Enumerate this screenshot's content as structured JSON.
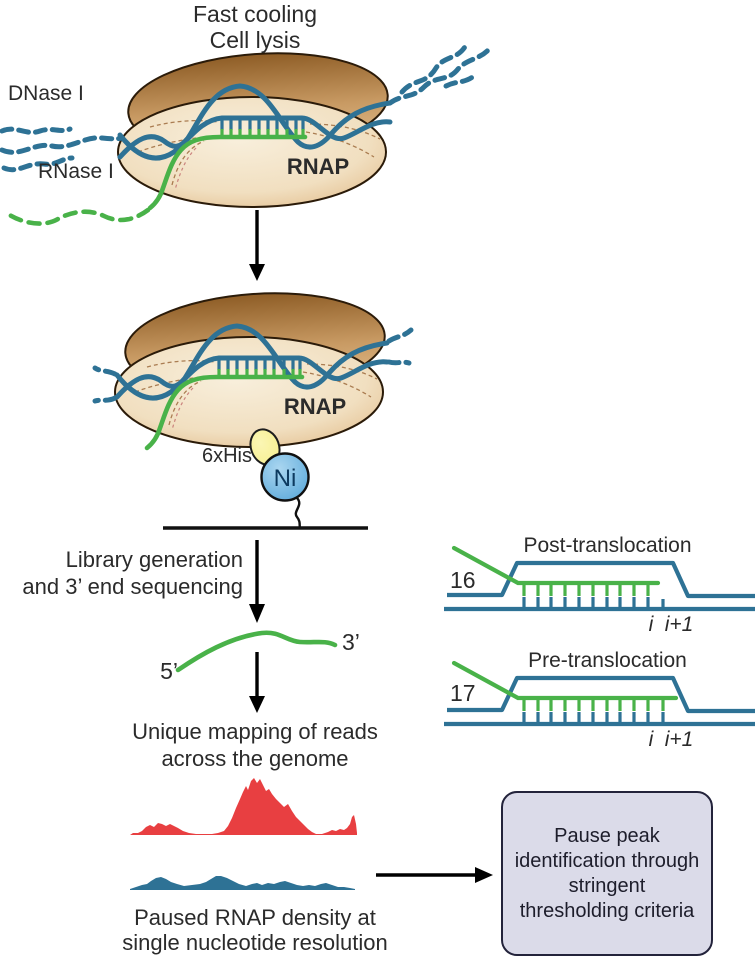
{
  "colors": {
    "dna_blue": "#2e7295",
    "rna_green": "#49b249",
    "peak_red": "#e83f41",
    "text": "#2b2b2b",
    "box_fill": "#dbdbe9",
    "box_border": "#23233b",
    "his_yellow": "#f6ee8c",
    "ni_blue": "#58a7d9",
    "ni_light": "#aad6f0",
    "body_dark": "#8e5d26",
    "body_mid": "#c89a63",
    "body_light": "#f8efdc",
    "body_edge": "#e2bd8c",
    "seam_brown": "#9c6a3c",
    "ni_text": "#0d3a5f"
  },
  "top": {
    "title_line1": "Fast cooling",
    "title_line2": "Cell lysis",
    "dnase_label": "DNase I",
    "rnase_label": "RNase I",
    "rnap_label": "RNAP"
  },
  "capture": {
    "rnap_label": "RNAP",
    "his_label": "6xHis",
    "ni_label": "Ni"
  },
  "library": {
    "line1": "Library generation",
    "line2": "and 3’ end sequencing"
  },
  "rna_read": {
    "five_prime": "5’",
    "three_prime": "3’"
  },
  "mapping": {
    "line1": "Unique mapping of reads",
    "line2": "across the genome"
  },
  "density_caption": {
    "line1": "Paused RNAP density at",
    "line2": "single nucleotide resolution"
  },
  "translocation": {
    "post": {
      "title": "Post-translocation",
      "hybrid_length": "16",
      "pos_i": "i",
      "pos_i_plus1": "i+1"
    },
    "pre": {
      "title": "Pre-translocation",
      "hybrid_length": "17",
      "pos_i": "i",
      "pos_i_plus1": "i+1"
    }
  },
  "outcome_box": {
    "text": "Pause peak identification through stringent thresholding criteria"
  }
}
